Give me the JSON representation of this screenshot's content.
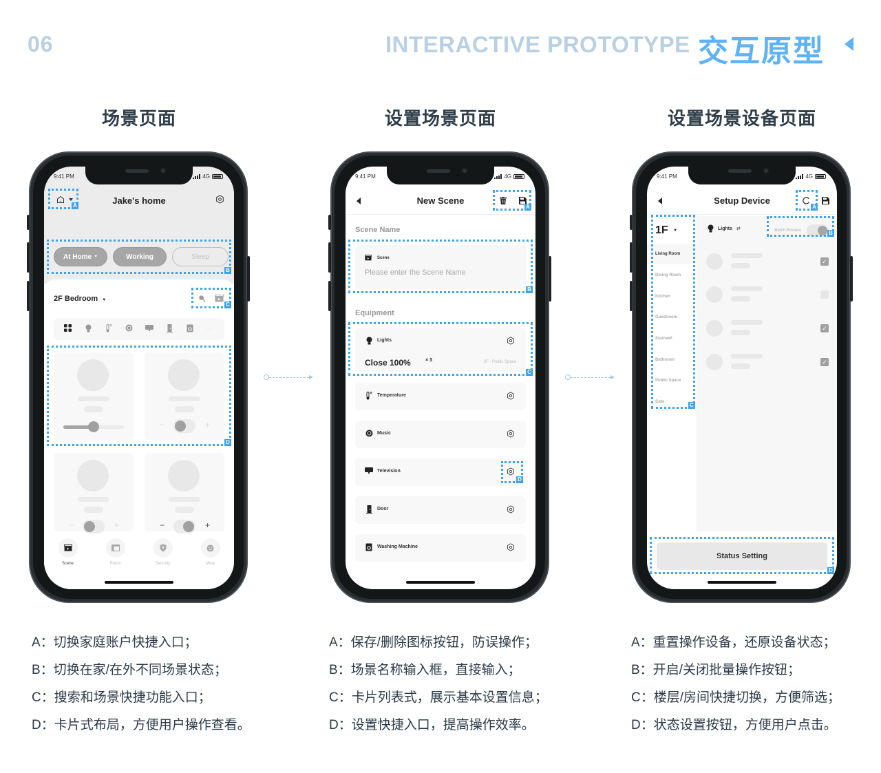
{
  "header": {
    "page_number": "06",
    "title_en": "INTERACTIVE PROTOTYPE",
    "title_cn": "交互原型",
    "accent_color": "#5db3f5",
    "muted_color": "#b9cfe3"
  },
  "annotation_color": "#3ba3f0",
  "status_bar": {
    "time": "9:41 PM",
    "network": "4G"
  },
  "screens": [
    {
      "title": "场景页面",
      "nav_title": "Jake's home",
      "scene_pills": [
        {
          "label": "At Home",
          "state": "active",
          "has_dropdown": true
        },
        {
          "label": "Working",
          "state": "active"
        },
        {
          "label": "Sleep",
          "state": "inactive"
        }
      ],
      "room_select": "2F Bedroom",
      "categories": [
        "grid-icon",
        "bulb-icon",
        "thermometer-icon",
        "music-icon",
        "tv-icon",
        "door-icon",
        "washer-icon",
        "more-icon"
      ],
      "tabs": [
        {
          "label": "Scene",
          "icon": "clapper-icon",
          "active": true
        },
        {
          "label": "Room",
          "icon": "room-icon",
          "active": false
        },
        {
          "label": "Security",
          "icon": "shield-icon",
          "active": false
        },
        {
          "label": "Mine",
          "icon": "smile-icon",
          "active": false
        }
      ],
      "annotations": [
        "A",
        "B",
        "C",
        "D"
      ],
      "notes": [
        "A：切换家庭账户快捷入口；",
        "B：切换在家/在外不同场景状态；",
        "C：搜索和场景快捷功能入口；",
        "D：卡片式布局，方便用户操作查看。"
      ]
    },
    {
      "title": "设置场景页面",
      "nav_title": "New Scene",
      "scene_name_label": "Scene Name",
      "scene_field_label": "Scene",
      "scene_placeholder": "Please enter the Scene Name",
      "equipment_label": "Equipment",
      "equipment": [
        {
          "name": "Lights",
          "icon": "bulb-icon",
          "summary": "Close 100%",
          "count": "× 3",
          "location": "2F - Public Space"
        },
        {
          "name": "Temperature",
          "icon": "thermometer-icon"
        },
        {
          "name": "Music",
          "icon": "music-icon"
        },
        {
          "name": "Television",
          "icon": "tv-icon"
        },
        {
          "name": "Door",
          "icon": "door-icon"
        },
        {
          "name": "Washing Machine",
          "icon": "washer-icon"
        }
      ],
      "annotations": [
        "A",
        "B",
        "C",
        "D"
      ],
      "notes": [
        "A：保存/删除图标按钮，防误操作；",
        "B：场景名称输入框，直接输入；",
        "C：卡片列表式，展示基本设置信息；",
        "D：设置快捷入口，提高操作效率。"
      ]
    },
    {
      "title": "设置场景设备页面",
      "nav_title": "Setup Device",
      "floor": "1F",
      "rooms": [
        "Living Room",
        "Dining Room",
        "Kitchen",
        "Guestroom",
        "Stairwell",
        "Bathroom",
        "Public Space",
        "Gate"
      ],
      "active_room": "Living Room",
      "device_type": "Lights",
      "batch_label": "Batch Process",
      "devices": [
        {
          "checked": true
        },
        {
          "checked": false
        },
        {
          "checked": true
        },
        {
          "checked": true
        }
      ],
      "status_button": "Status Setting",
      "annotations": [
        "A",
        "B",
        "C",
        "D"
      ],
      "notes": [
        "A：重置操作设备，还原设备状态；",
        "B：开启/关闭批量操作按钮；",
        "C：楼层/房间快捷切换，方便筛选；",
        "D：状态设置按钮，方便用户点击。"
      ]
    }
  ]
}
